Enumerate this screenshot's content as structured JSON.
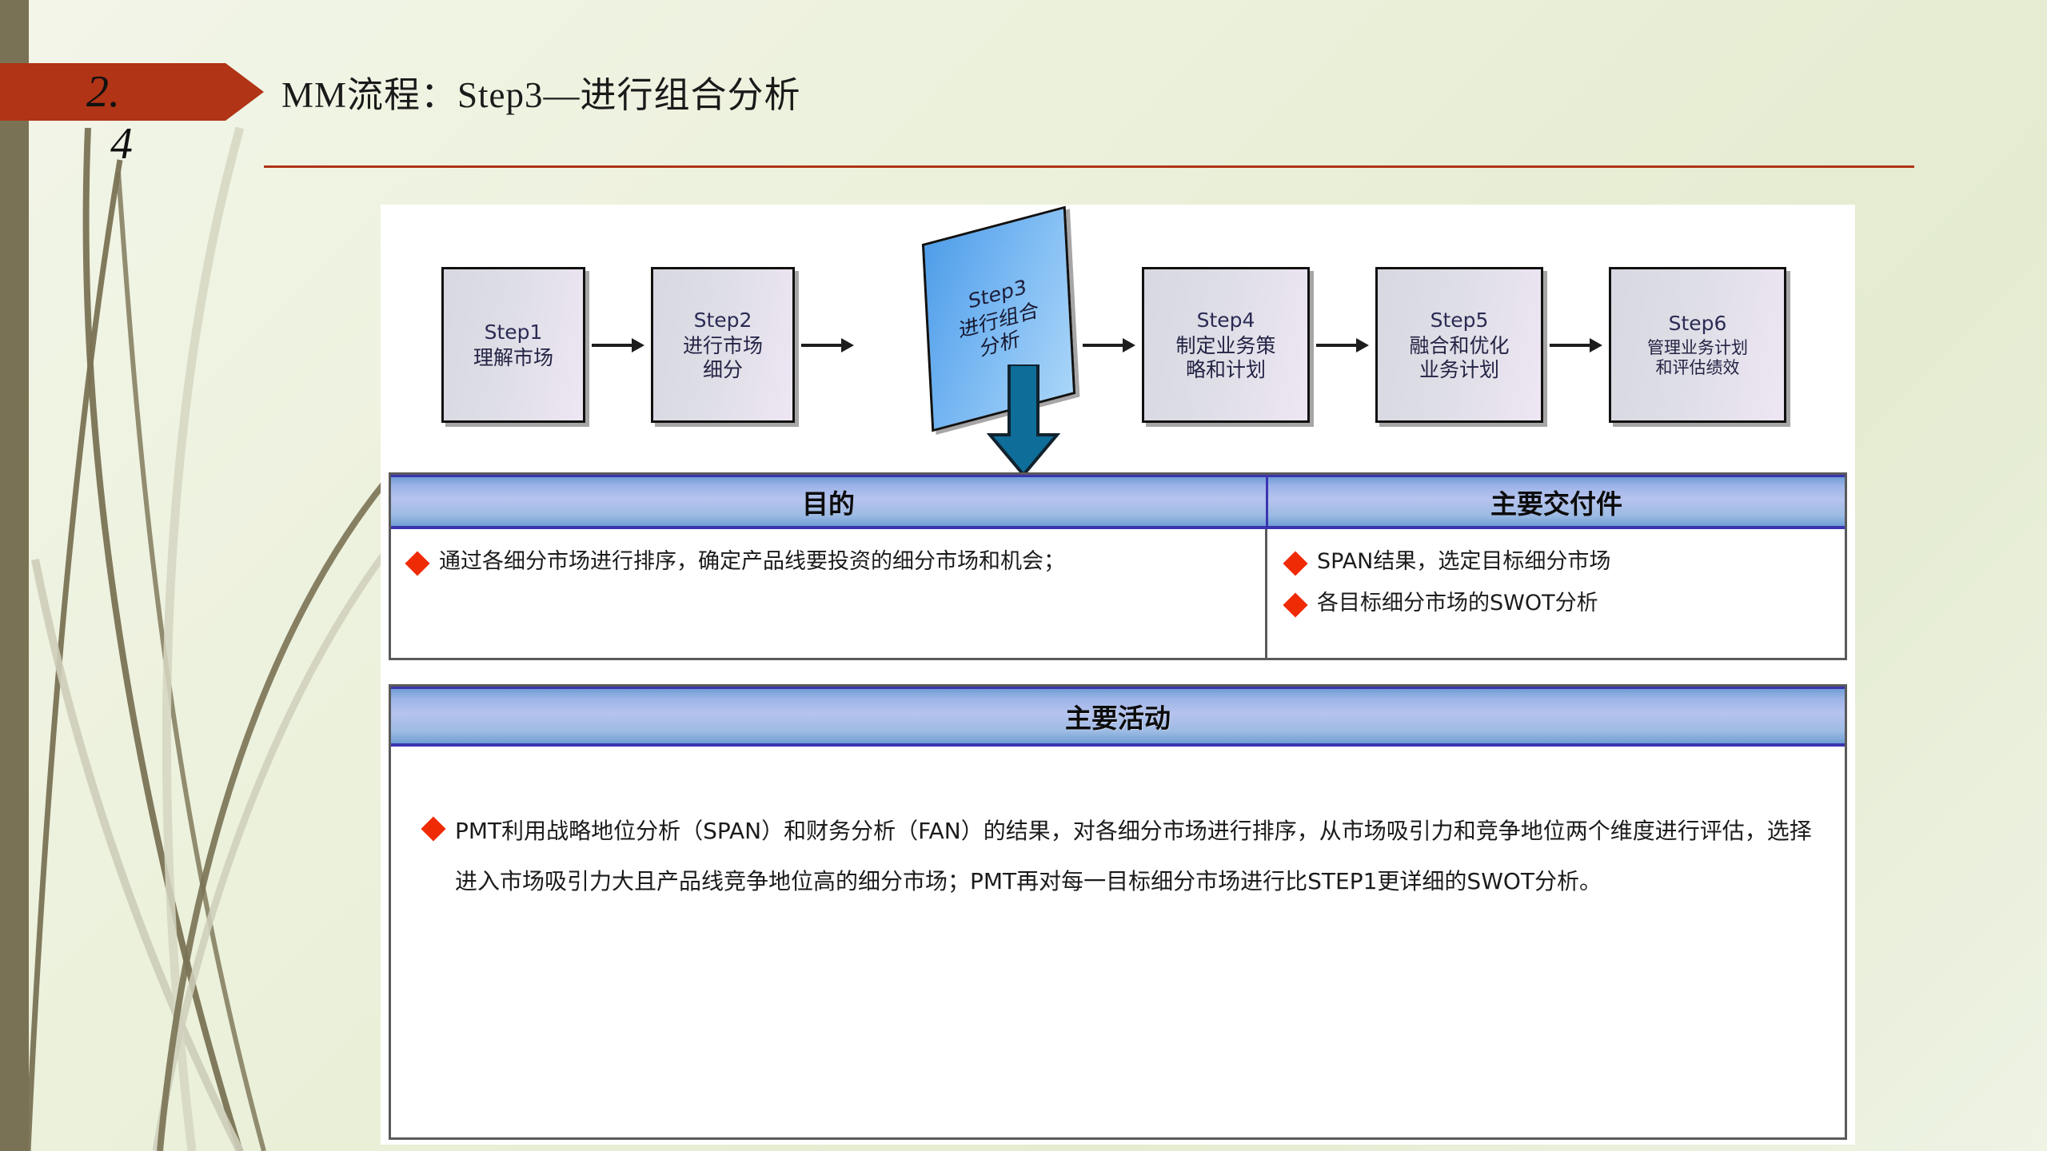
{
  "slide": {
    "number_line1": "2.",
    "number_line2": "4",
    "title": "MM流程：Step3—进行组合分析",
    "accent_red": "#b03415",
    "sidebar_brown": "#7a7254",
    "bullet_red": "#ef2b06",
    "down_arrow_color": "#0e6d99",
    "step3_blue": "#6fb2f1",
    "header_blue": "#9db4e8"
  },
  "flow": {
    "steps": [
      {
        "name": "Step1",
        "desc_lines": [
          "理解市场"
        ],
        "highlighted": false
      },
      {
        "name": "Step2",
        "desc_lines": [
          "进行市场",
          "细分"
        ],
        "highlighted": false
      },
      {
        "name": "Step3",
        "desc_lines": [
          "进行组合",
          "分析"
        ],
        "highlighted": true
      },
      {
        "name": "Step4",
        "desc_lines": [
          "制定业务策",
          "略和计划"
        ],
        "highlighted": false
      },
      {
        "name": "Step5",
        "desc_lines": [
          "融合和优化",
          "业务计划"
        ],
        "highlighted": false
      },
      {
        "name": "Step6",
        "desc_lines": [
          "管理业务计划",
          "和评估绩效"
        ],
        "highlighted": false
      }
    ]
  },
  "table_purpose": {
    "headers": [
      "目的",
      "主要交付件"
    ],
    "left_bullets": [
      "通过各细分市场进行排序，确定产品线要投资的细分市场和机会；"
    ],
    "right_bullets": [
      "SPAN结果，选定目标细分市场",
      "各目标细分市场的SWOT分析"
    ]
  },
  "table_activities": {
    "header": "主要活动",
    "bullets": [
      "PMT利用战略地位分析（SPAN）和财务分析（FAN）的结果，对各细分市场进行排序，从市场吸引力和竞争地位两个维度进行评估，选择进入市场吸引力大且产品线竞争地位高的细分市场；PMT再对每一目标细分市场进行比STEP1更详细的SWOT分析。"
    ]
  }
}
